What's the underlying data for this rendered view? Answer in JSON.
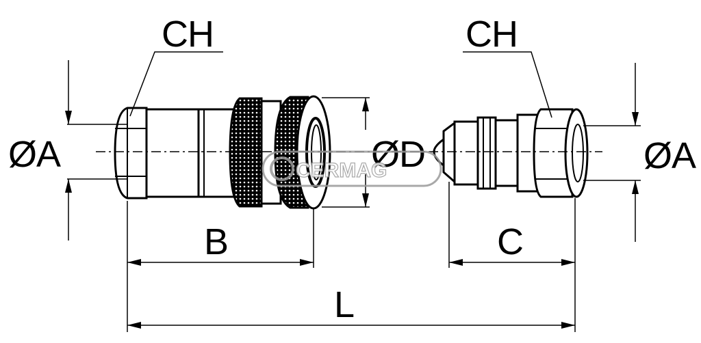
{
  "labels": {
    "ch_left": "CH",
    "ch_right": "CH",
    "dia_a_left": "ØA",
    "dia_a_right": "ØA",
    "dia_d": "ØD",
    "dim_b": "B",
    "dim_c": "C",
    "dim_l": "L"
  },
  "watermark": "CERMAG",
  "colors": {
    "line": "#000000",
    "background": "#ffffff",
    "watermark": "#9a9a9a"
  }
}
